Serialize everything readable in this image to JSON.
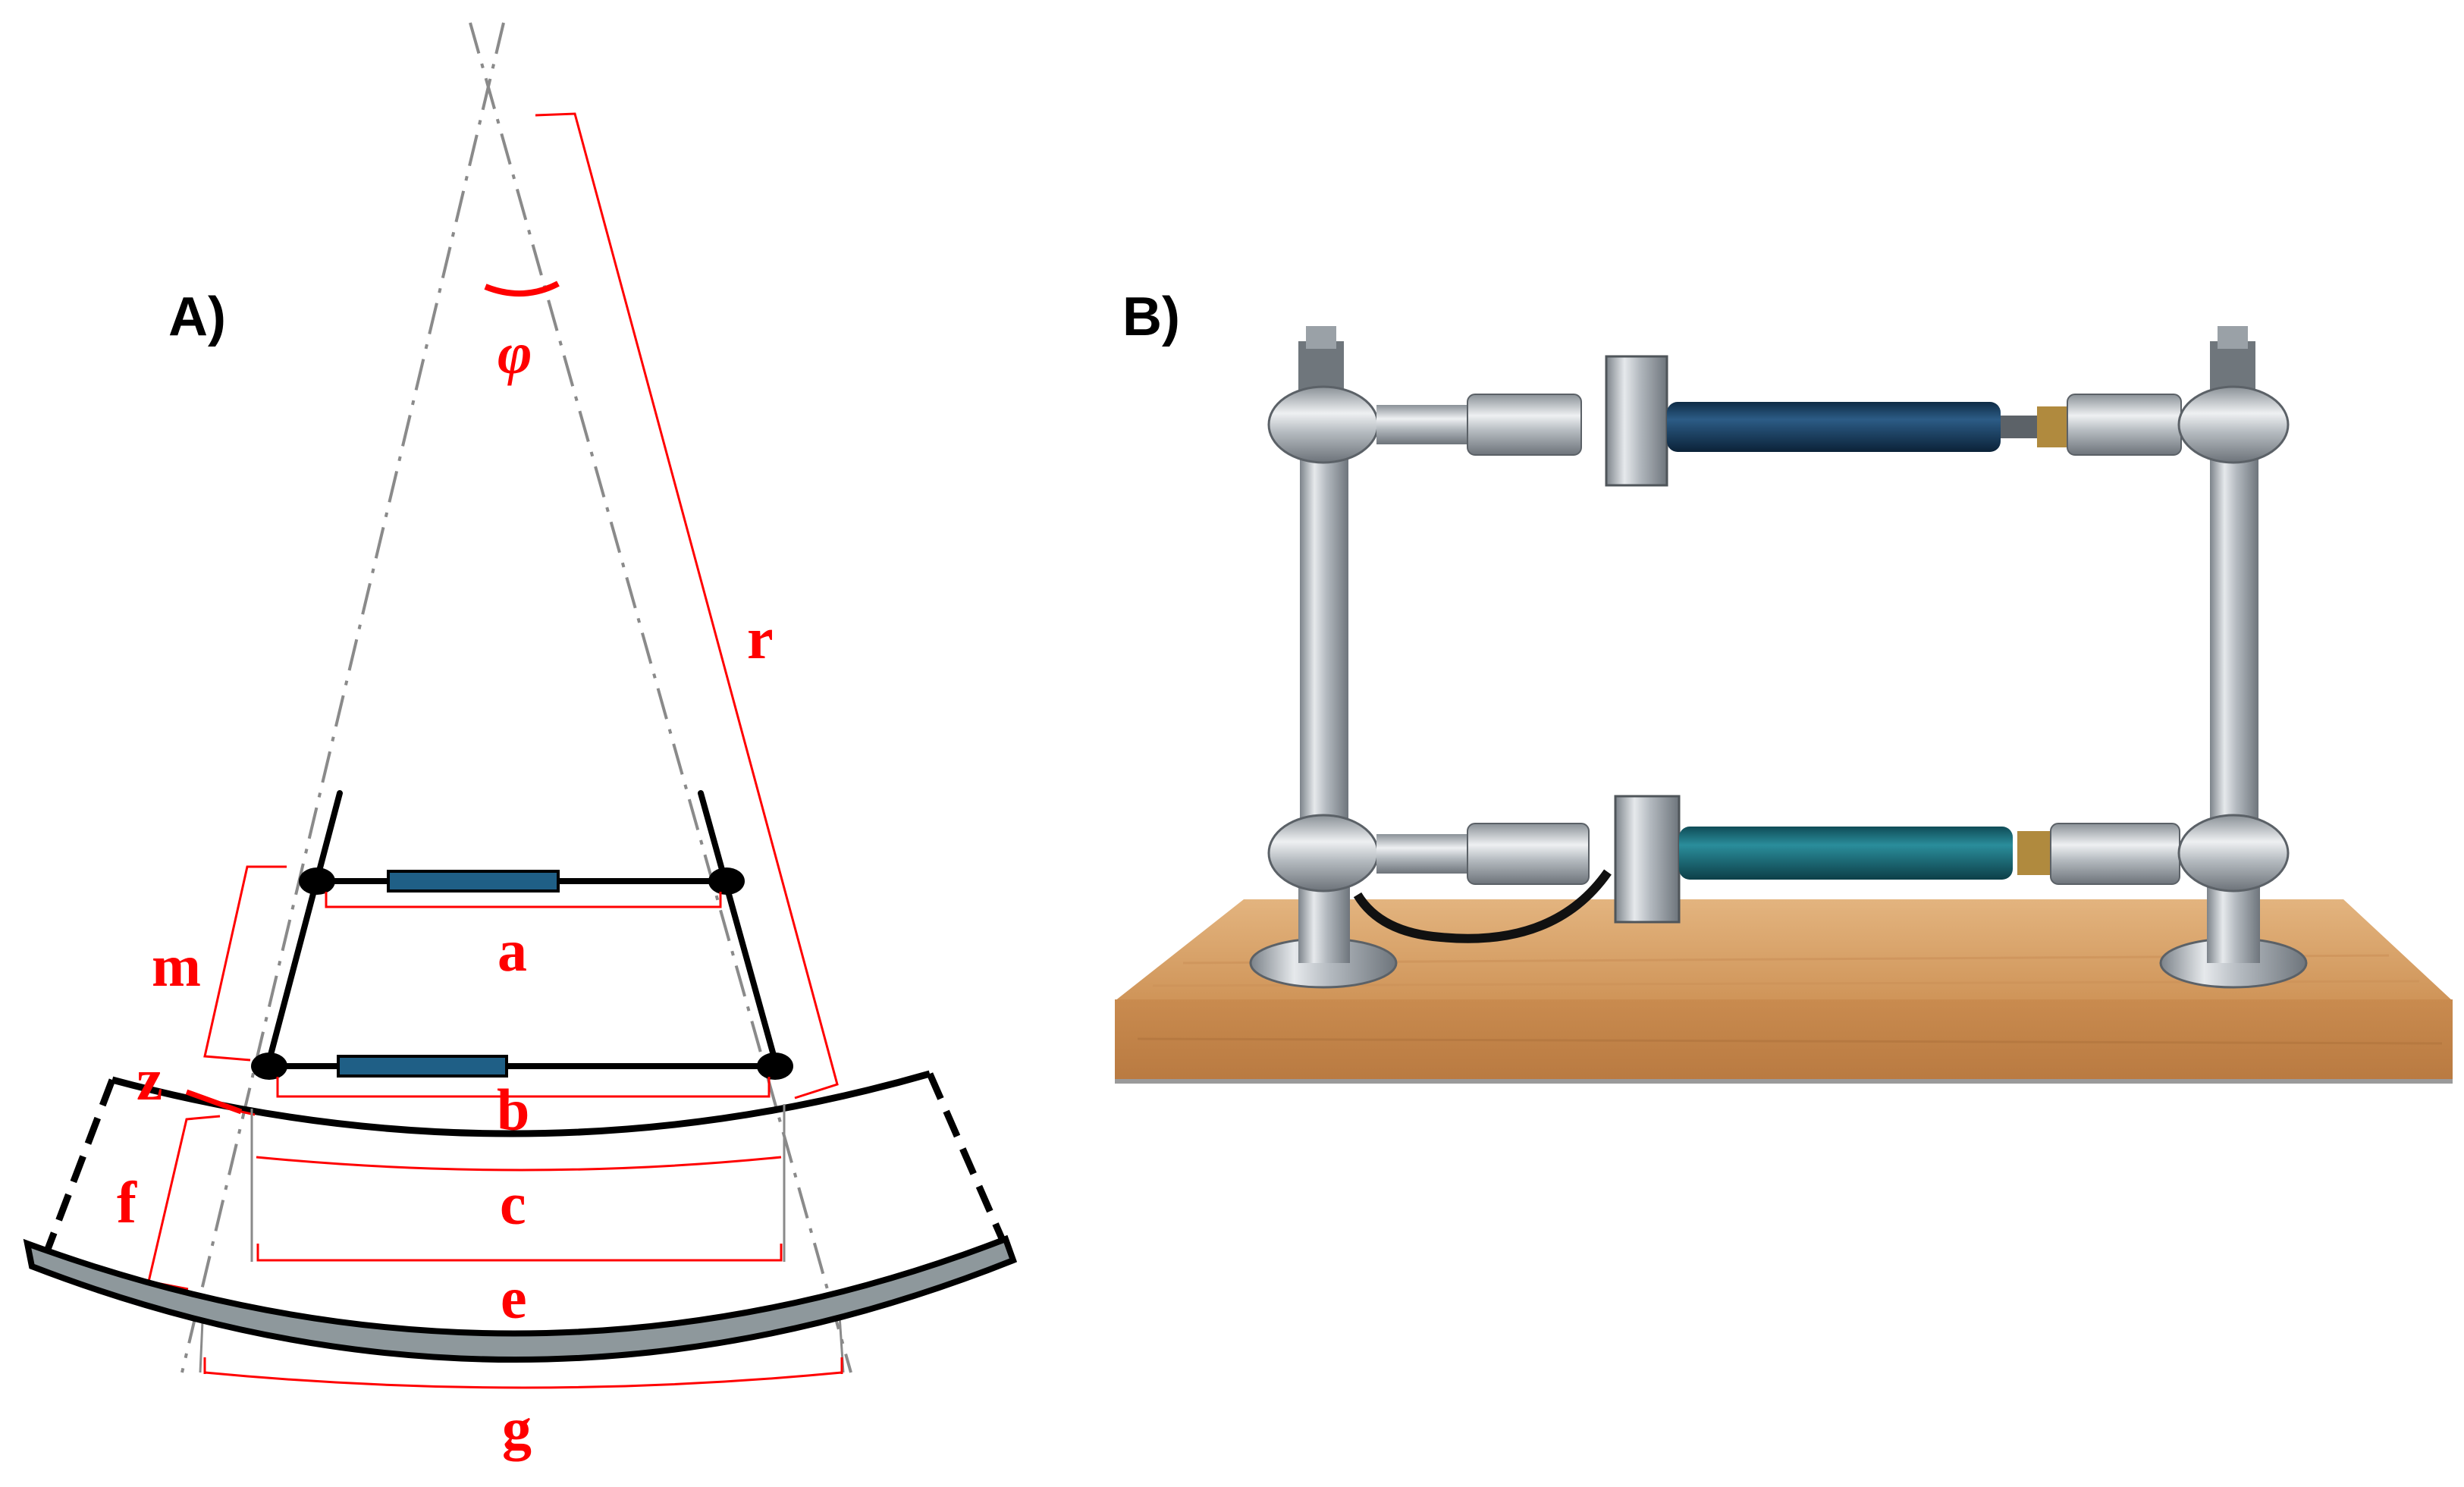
{
  "panels": {
    "a": {
      "label": "A)"
    },
    "b": {
      "label": "B)"
    }
  },
  "dimensions": {
    "phi": "φ",
    "r": "r",
    "m": "m",
    "a": "a",
    "z": "z",
    "b": "b",
    "c": "c",
    "f": "f",
    "e": "e",
    "g": "g"
  },
  "colors": {
    "dimension": "#ff0000",
    "frame": "#000000",
    "axis": "#8a8a8a",
    "actuator": "#1f5f86",
    "plate": "#8e989c",
    "rod_blue": "#143b5c",
    "rod_teal": "#1b6f7c",
    "metal": "#c2c7cc",
    "wood": "#d8a26a"
  }
}
